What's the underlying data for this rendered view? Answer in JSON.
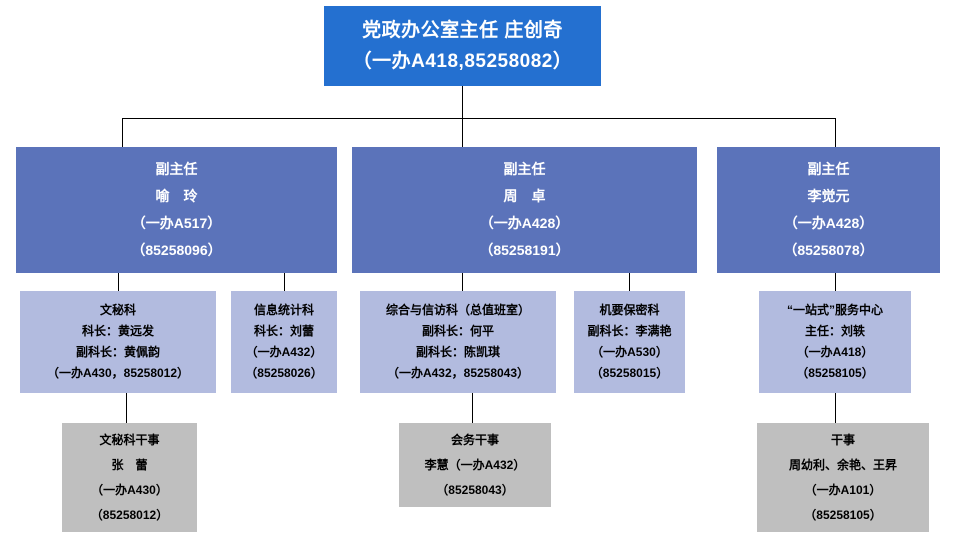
{
  "title_box": {
    "role": "党政办公室主任  庄创奇",
    "contact": "（一办A418,85258082）"
  },
  "deputies": [
    {
      "role": "副主任",
      "name": "喻　玲",
      "room": "（一办A517）",
      "phone": "（85258096）"
    },
    {
      "role": "副主任",
      "name": "周　卓",
      "room": "（一办A428）",
      "phone": "（85258191）"
    },
    {
      "role": "副主任",
      "name": "李觉元",
      "room": "（一办A428）",
      "phone": "（85258078）"
    }
  ],
  "sections": [
    {
      "name": "文秘科",
      "line2": "科长：黄远发",
      "line3": "副科长：黄佩韵",
      "line4": "（一办A430，85258012）"
    },
    {
      "name": "信息统计科",
      "line2": "科长：刘蕾",
      "line3": "（一办A432）",
      "line4": "（85258026）"
    },
    {
      "name": "综合与信访科（总值班室）",
      "line2": "副科长：何平",
      "line3": "副科长：陈凯琪",
      "line4": "（一办A432，85258043）"
    },
    {
      "name": "机要保密科",
      "line2": "副科长：李满艳",
      "line3": "（一办A530）",
      "line4": "（85258015）"
    },
    {
      "name": "“一站式”服务中心",
      "line2": "主任：刘轶",
      "line3": "（一办A418）",
      "line4": "（85258105）"
    }
  ],
  "staff": [
    {
      "role": "文秘科干事",
      "name": "张　蕾",
      "room": "（一办A430）",
      "phone": "（85258012）"
    },
    {
      "role": "会务干事",
      "name": "李慧（一办A432）",
      "phone": "（85258043）"
    },
    {
      "role": "干事",
      "name": "周幼利、余艳、王昇",
      "room": "（一办A101）",
      "phone": "（85258105）"
    }
  ],
  "colors": {
    "director_box": "#2470d0",
    "deputy_box": "#5b73ba",
    "section_box": "#b2bbdf",
    "staff_box": "#bfbfbf",
    "connector": "#000000"
  }
}
